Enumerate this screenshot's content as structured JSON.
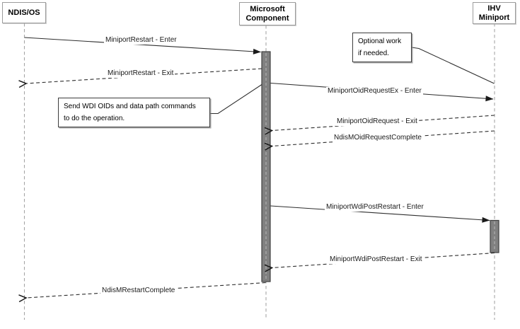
{
  "diagram": {
    "type": "sequence-diagram",
    "actors": [
      {
        "name": "NDIS/OS"
      },
      {
        "name": "Microsoft Component"
      },
      {
        "name": "IHV Miniport"
      }
    ],
    "messages": [
      {
        "label": "MiniportRestart - Enter",
        "from": "NDIS/OS",
        "to": "Microsoft Component",
        "line": "solid"
      },
      {
        "label": "MiniportRestart - Exit",
        "from": "Microsoft Component",
        "to": "NDIS/OS",
        "line": "dashed"
      },
      {
        "label": "MiniportOidRequestEx - Enter",
        "from": "Microsoft Component",
        "to": "IHV Miniport",
        "line": "solid"
      },
      {
        "label": "MiniportOidRequest - Exit",
        "from": "IHV Miniport",
        "to": "Microsoft Component",
        "line": "dashed"
      },
      {
        "label": "NdisMOidRequestComplete",
        "from": "IHV Miniport",
        "to": "Microsoft Component",
        "line": "dashed"
      },
      {
        "label": "MiniportWdiPostRestart - Enter",
        "from": "Microsoft Component",
        "to": "IHV Miniport",
        "line": "solid"
      },
      {
        "label": "MiniportWdiPostRestart - Exit",
        "from": "IHV Miniport",
        "to": "Microsoft Component",
        "line": "dashed"
      },
      {
        "label": "NdisMRestartComplete",
        "from": "Microsoft Component",
        "to": "NDIS/OS",
        "line": "dashed"
      }
    ],
    "notes": [
      {
        "lines": [
          "Optional work",
          "if needed."
        ]
      },
      {
        "lines": [
          "Send WDI OIDs and data path commands",
          "to do the operation."
        ]
      }
    ],
    "colors": {
      "activation_fill": "#808080",
      "activation_border": "#404040",
      "message_line": "#2e2e2e",
      "lifeline": "#a6a6a6",
      "background": "#ffffff",
      "text": "#000000"
    }
  }
}
